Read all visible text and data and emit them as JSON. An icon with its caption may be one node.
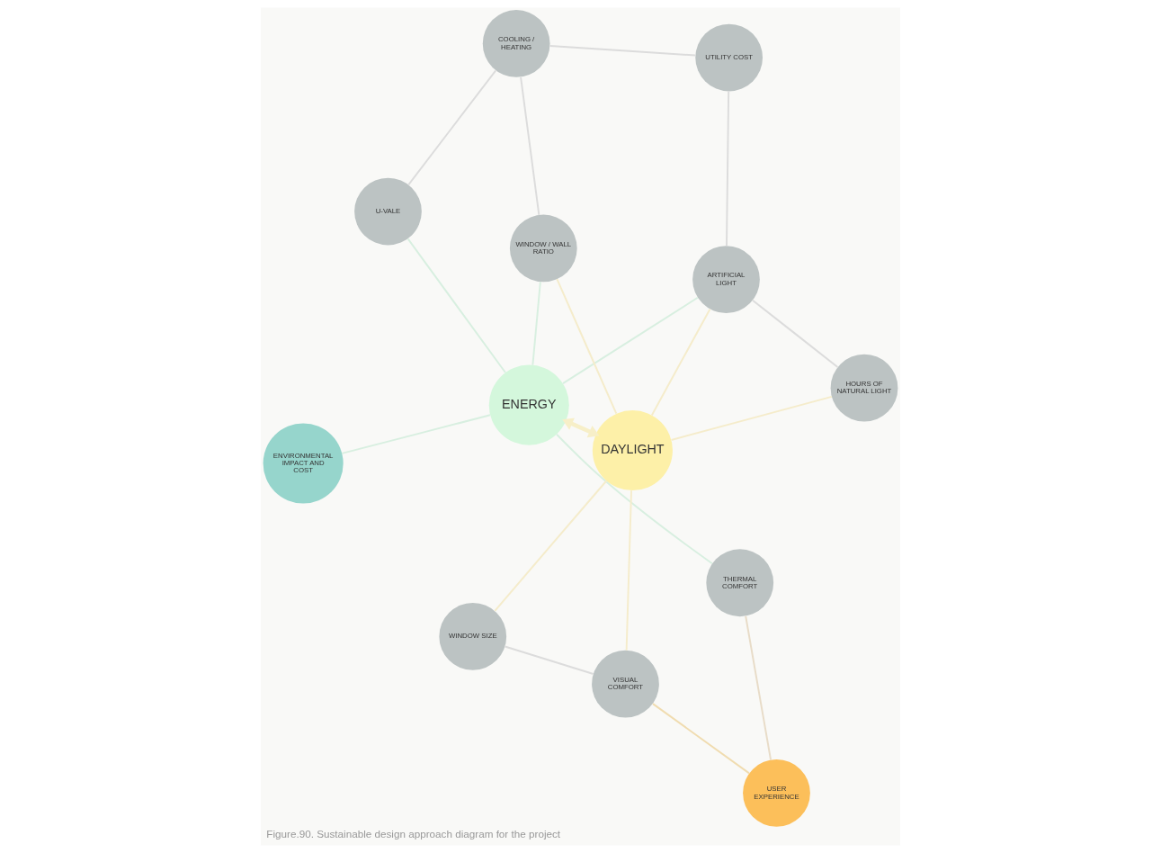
{
  "diagram": {
    "caption": "Figure.90. Sustainable design approach diagram for the project",
    "nodes": [
      {
        "text": [
          "ENVIRONMENTAL IMPACT AND COST"
        ]
      },
      {
        "text": [
          "THERMAL COMFORT"
        ]
      },
      {
        "text": [
          "USER EXPERIENCE"
        ]
      },
      {
        "text": [
          "U-VALE"
        ]
      },
      {
        "text": [
          "VISUAL COMFORT"
        ]
      },
      {
        "text": [
          "UTILITY COST"
        ]
      },
      {
        "text": [
          "ENERGY"
        ]
      },
      {
        "text": [
          "DAYLIGHT"
        ]
      },
      {
        "text": [
          "WINDOW SIZE"
        ]
      },
      {
        "text": [
          "COOLING / HEATING"
        ]
      },
      {
        "text": [
          "HOURS OF NATURAL LIGHT"
        ]
      },
      {
        "text": [
          "WINDOW / WALL RATIO"
        ]
      },
      {
        "text": [
          "ARTIFICIAL LIGHT"
        ]
      }
    ],
    "edges": [
      {
        "from": 6,
        "to": 7,
        "arrow": "both",
        "style": "thick",
        "color": "#f7efc8"
      },
      {
        "from": 3,
        "to": 6,
        "arrow": "none",
        "color": "#d8efe0"
      },
      {
        "from": 0,
        "to": 6,
        "arrow": "none",
        "color": "#d8efe0"
      },
      {
        "from": 1,
        "to": 6,
        "arrow": "none",
        "color": "#d8efe0"
      },
      {
        "from": 6,
        "to": 11,
        "arrow": "none",
        "color": "#d8efe0"
      },
      {
        "from": 6,
        "to": 12,
        "arrow": "none",
        "color": "#d8efe0"
      },
      {
        "from": 1,
        "to": 2,
        "arrow": "none",
        "color": "#e8dcc8"
      },
      {
        "from": 2,
        "to": 4,
        "arrow": "none",
        "color": "#f0dcb0"
      },
      {
        "from": 4,
        "to": 8,
        "arrow": "none"
      },
      {
        "from": 7,
        "to": 4,
        "arrow": "none",
        "color": "#f5eccb"
      },
      {
        "from": 7,
        "to": 8,
        "arrow": "none",
        "color": "#f5eccb"
      },
      {
        "from": 7,
        "to": 11,
        "arrow": "none",
        "color": "#f5eccb"
      },
      {
        "from": 7,
        "to": 12,
        "arrow": "none",
        "color": "#f5eccb"
      },
      {
        "from": 7,
        "to": 10,
        "arrow": "none",
        "color": "#f5eccb"
      },
      {
        "from": 12,
        "to": 10,
        "arrow": "none"
      },
      {
        "from": 5,
        "to": 9,
        "arrow": "none"
      },
      {
        "from": 3,
        "to": 9,
        "arrow": "none"
      },
      {
        "from": 5,
        "to": 12,
        "arrow": "none"
      },
      {
        "from": 9,
        "to": 11,
        "arrow": "none"
      }
    ]
  }
}
